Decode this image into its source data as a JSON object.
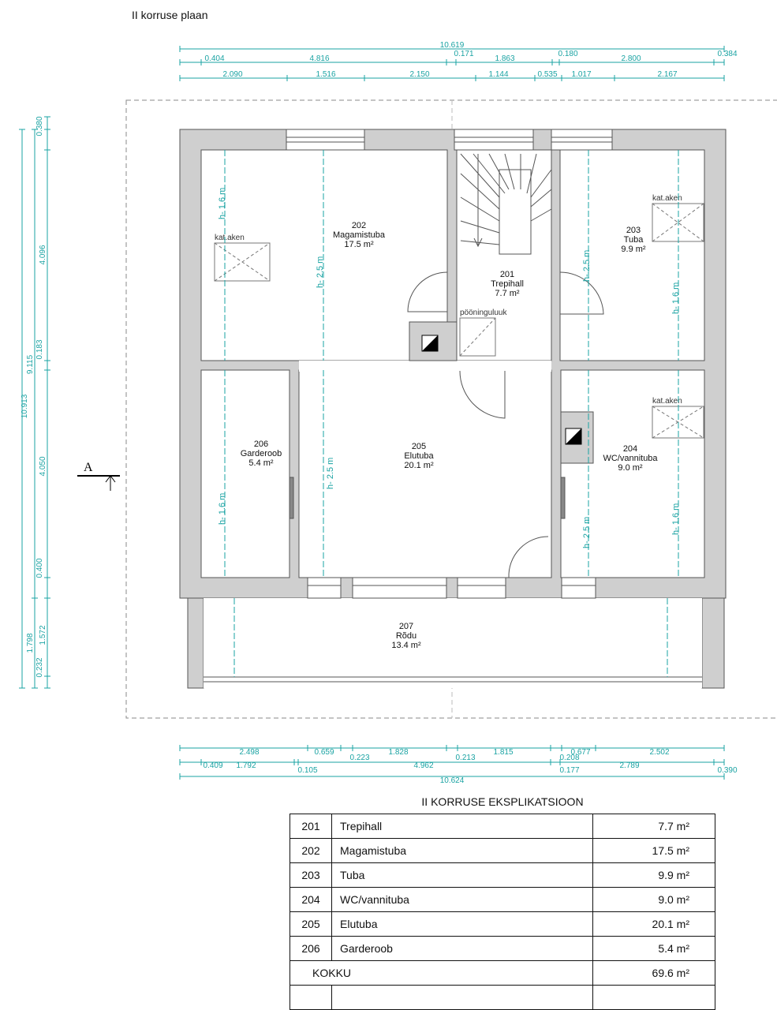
{
  "title": "II korruse plaan",
  "colors": {
    "dimension": "#1aa3a3",
    "wall": "#cfcfcf",
    "outline": "#555555"
  },
  "dimensions": {
    "top": {
      "row1": [
        "10.619"
      ],
      "row2": [
        "0.404",
        "4.816",
        "0.171",
        "1.863",
        "0.180",
        "2.800",
        "0.384"
      ],
      "row3": [
        "2.090",
        "1.516",
        "2.150",
        "1.144",
        "0.535",
        "1.017",
        "2.167"
      ]
    },
    "bottom": {
      "row1": [
        "2.498",
        "0.659",
        "0.223",
        "1.828",
        "0.213",
        "1.815",
        "0.208",
        "0.677",
        "2.502"
      ],
      "row2": [
        "0.409",
        "1.792",
        "0.105",
        "4.962",
        "0.177",
        "2.789",
        "0.390"
      ],
      "row3": [
        "10.624"
      ]
    },
    "left": {
      "col1": [
        "10.913"
      ],
      "col2": [
        "9.115",
        "1.798"
      ],
      "col3": [
        "0.380",
        "4.096",
        "0.183",
        "4.050",
        "0.400",
        "1.572",
        "0.232"
      ]
    }
  },
  "section_marker": "A",
  "rooms": [
    {
      "number": "202",
      "name": "Magamistuba",
      "area": "17.5  m²"
    },
    {
      "number": "201",
      "name": "Trepihall",
      "area": "7.7  m²"
    },
    {
      "number": "203",
      "name": "Tuba",
      "area": "9.9  m²"
    },
    {
      "number": "206",
      "name": "Garderoob",
      "area": "5.4  m²"
    },
    {
      "number": "205",
      "name": "Elutuba",
      "area": "20.1  m²"
    },
    {
      "number": "204",
      "name": "WC/vannituba",
      "area": "9.0  m²"
    },
    {
      "number": "207",
      "name": "Rõdu",
      "area": "13.4  m²"
    }
  ],
  "heights": {
    "low": "h- 1.6 m",
    "high": "h- 2.5 m"
  },
  "annotations": {
    "roof_window": "kat.aken",
    "attic_hatch": "pööninguluuk"
  },
  "table": {
    "title": "II KORRUSE EKSPLIKATSIOON",
    "rows": [
      {
        "number": "201",
        "name": "Trepihall",
        "area": "7.7 m²"
      },
      {
        "number": "202",
        "name": "Magamistuba",
        "area": "17.5 m²"
      },
      {
        "number": "203",
        "name": "Tuba",
        "area": "9.9 m²"
      },
      {
        "number": "204",
        "name": "WC/vannituba",
        "area": "9.0 m²"
      },
      {
        "number": "205",
        "name": "Elutuba",
        "area": "20.1 m²"
      },
      {
        "number": "206",
        "name": "Garderoob",
        "area": "5.4 m²"
      }
    ],
    "total_label": "KOKKU",
    "total_area": "69.6 m²"
  }
}
